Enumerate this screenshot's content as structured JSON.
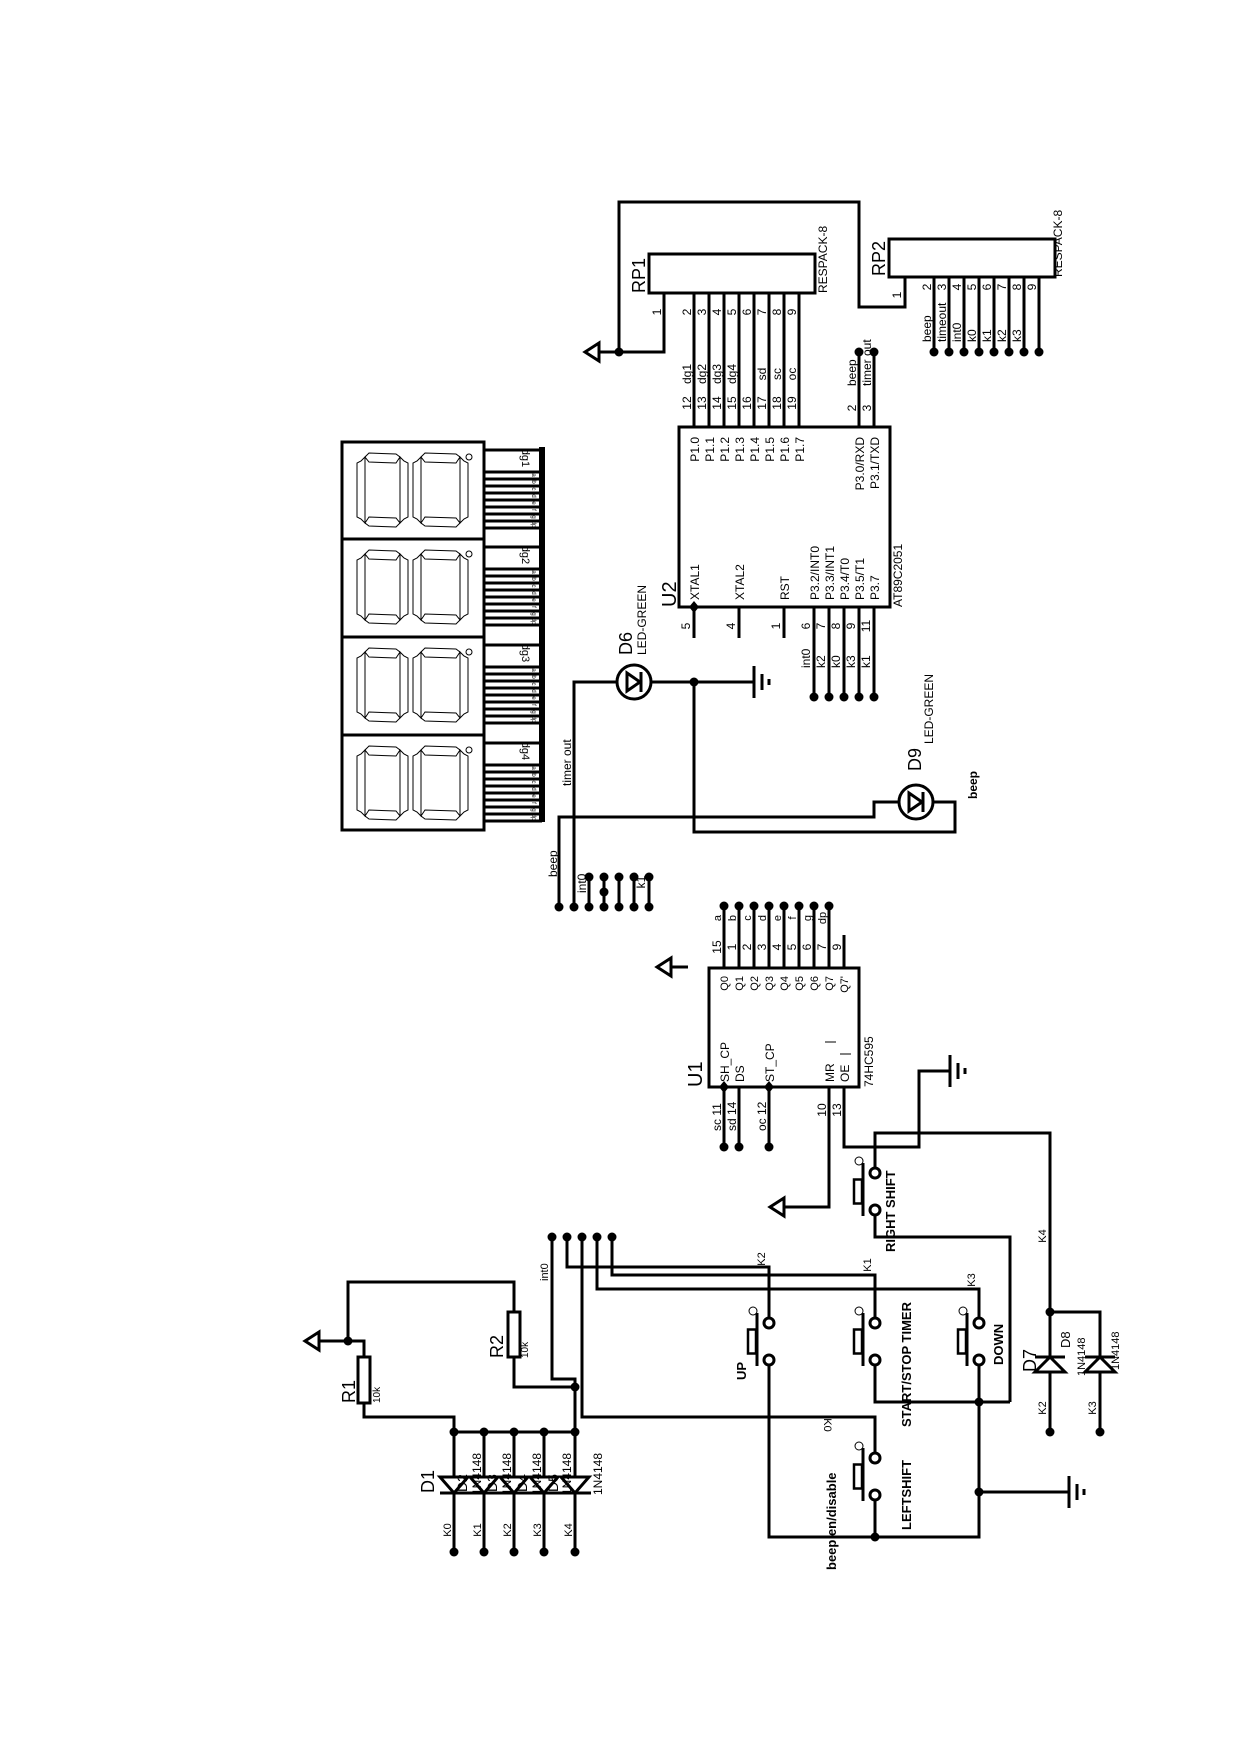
{
  "rp1": {
    "ref": "RP1",
    "value": "RESPACK-8",
    "pins": [
      "1",
      "2",
      "3",
      "4",
      "5",
      "6",
      "7",
      "8",
      "9"
    ]
  },
  "rp2": {
    "ref": "RP2",
    "value": "RESPACK-8",
    "pins": [
      "1",
      "2",
      "3",
      "4",
      "5",
      "6",
      "7",
      "8",
      "9"
    ],
    "nets": [
      "beep",
      "timeout",
      "int0",
      "k0",
      "k1",
      "k2",
      "k3"
    ]
  },
  "u2": {
    "ref": "U2",
    "value": "AT89C2051",
    "p1_pins": [
      "P1.0",
      "P1.1",
      "P1.2",
      "P1.3",
      "P1.4",
      "P1.5",
      "P1.6",
      "P1.7"
    ],
    "p1_nums": [
      "12",
      "13",
      "14",
      "15",
      "16",
      "17",
      "18",
      "19"
    ],
    "p1_nets": [
      "dg1",
      "dg2",
      "dg3",
      "dg4",
      "",
      "sd",
      "sc",
      "oc"
    ],
    "p3_top_pins": [
      "P3.0/RXD",
      "P3.1/TXD"
    ],
    "p3_top_nums": [
      "2",
      "3"
    ],
    "p3_top_nets": [
      "beep",
      "timer out"
    ],
    "bottom_pins": [
      "XTAL1",
      "XTAL2",
      "RST",
      "P3.2/INT0",
      "P3.3/INT1",
      "P3.4/T0",
      "P3.5/T1",
      "P3.7"
    ],
    "bottom_nums": [
      "5",
      "4",
      "1",
      "6",
      "7",
      "8",
      "9",
      "11"
    ],
    "bottom_nets": [
      "",
      "",
      "",
      "int0",
      "k2",
      "k0",
      "k3",
      "k1"
    ]
  },
  "display": {
    "digits": [
      "dg1",
      "dg2",
      "dg3",
      "dg4"
    ],
    "segments": [
      "a",
      "b",
      "c",
      "d",
      "e",
      "f",
      "g",
      "dp"
    ]
  },
  "d6": {
    "ref": "D6",
    "value": "LED-GREEN"
  },
  "d9": {
    "ref": "D9",
    "value": "LED-GREEN",
    "net": "beep"
  },
  "nets": {
    "timer_out": "timer out",
    "beep": "beep",
    "int0": "int0",
    "k1": "k1"
  },
  "u1": {
    "ref": "U1",
    "value": "74HC595",
    "q_pins": [
      "Q0",
      "Q1",
      "Q2",
      "Q3",
      "Q4",
      "Q5",
      "Q6",
      "Q7",
      "Q7'"
    ],
    "q_nums": [
      "15",
      "1",
      "2",
      "3",
      "4",
      "5",
      "6",
      "7",
      "9"
    ],
    "q_nets": [
      "a",
      "b",
      "c",
      "d",
      "e",
      "f",
      "g",
      "dp",
      ""
    ],
    "bottom_pins": [
      "SH_CP",
      "DS",
      "ST_CP",
      "MR",
      "OE"
    ],
    "bottom_nums": [
      "sc 11",
      "sd 14",
      "oc 12",
      "10",
      "13"
    ]
  },
  "r1": {
    "ref": "R1",
    "value": "10k"
  },
  "r2": {
    "ref": "R2",
    "value": "10k",
    "net": "int0"
  },
  "d1": {
    "refs": [
      "D1",
      "D2",
      "D3",
      "D4",
      "D5"
    ],
    "value": "1N4148",
    "nets": [
      "K0",
      "K1",
      "K2",
      "K3",
      "K4"
    ]
  },
  "switches": {
    "up": "UP",
    "start_stop": "START/STOP TIMER",
    "down": "DOWN",
    "right_shift": "RIGHT SHIFT",
    "left_shift": "LEFTSHIFT",
    "beep_toggle": "beep en/disable",
    "wire_labels": [
      "K2",
      "K1",
      "K3",
      "K0",
      "K4"
    ]
  },
  "d7": {
    "ref": "D7",
    "value": "1N4148",
    "net": "K2"
  },
  "d8": {
    "ref": "D8",
    "value": "1N4148",
    "net": "K3"
  }
}
